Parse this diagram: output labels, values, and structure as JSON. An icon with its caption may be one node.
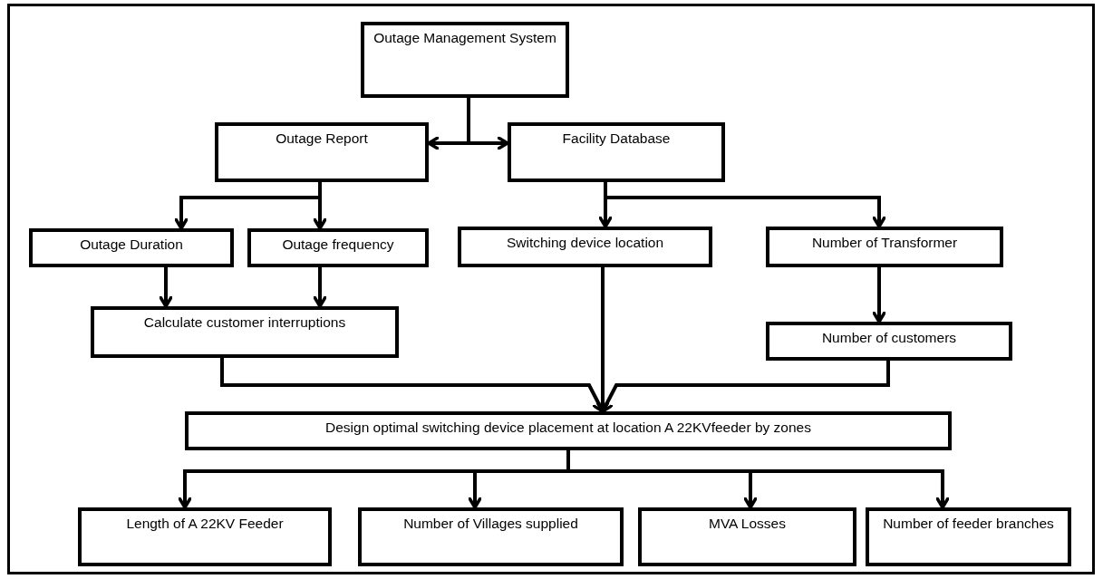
{
  "diagram": {
    "nodes": [
      {
        "text": [
          "Outage Management System"
        ]
      },
      {
        "text": [
          "Outage Report"
        ]
      },
      {
        "text": [
          "Facility Database"
        ]
      },
      {
        "text": [
          "Outage Duration"
        ]
      },
      {
        "text": [
          "Outage frequency"
        ]
      },
      {
        "text": [
          "Switching device location"
        ]
      },
      {
        "text": [
          "Number of Transformer"
        ]
      },
      {
        "text": [
          "Calculate customer interruptions"
        ]
      },
      {
        "text": [
          "Number of customers"
        ]
      },
      {
        "text": [
          "Design optimal switching device placement at location A 22KVfeeder by zones"
        ]
      },
      {
        "text": [
          "Length of A 22KV Feeder"
        ]
      },
      {
        "text": [
          "Number of Villages supplied"
        ]
      },
      {
        "text": [
          "MVA Losses"
        ]
      },
      {
        "text": [
          "Number of feeder branches"
        ]
      }
    ],
    "edges": [
      {
        "from": 0,
        "to": 1,
        "arrow": "to"
      },
      {
        "from": 0,
        "to": 2,
        "arrow": "to"
      },
      {
        "from": 1,
        "to": 3,
        "arrow": "to"
      },
      {
        "from": 1,
        "to": 4,
        "arrow": "to"
      },
      {
        "from": 2,
        "to": 5,
        "arrow": "to"
      },
      {
        "from": 2,
        "to": 6,
        "arrow": "to"
      },
      {
        "from": 3,
        "to": 7,
        "arrow": "to"
      },
      {
        "from": 4,
        "to": 7,
        "arrow": "to"
      },
      {
        "from": 6,
        "to": 8,
        "arrow": "to"
      },
      {
        "from": 7,
        "to": 9,
        "arrow": "to"
      },
      {
        "from": 5,
        "to": 9,
        "arrow": "to"
      },
      {
        "from": 8,
        "to": 9,
        "arrow": "to"
      },
      {
        "from": 9,
        "to": 10,
        "arrow": "to"
      },
      {
        "from": 9,
        "to": 11,
        "arrow": "to"
      },
      {
        "from": 9,
        "to": 12,
        "arrow": "to"
      },
      {
        "from": 9,
        "to": 13,
        "arrow": "to"
      }
    ]
  }
}
